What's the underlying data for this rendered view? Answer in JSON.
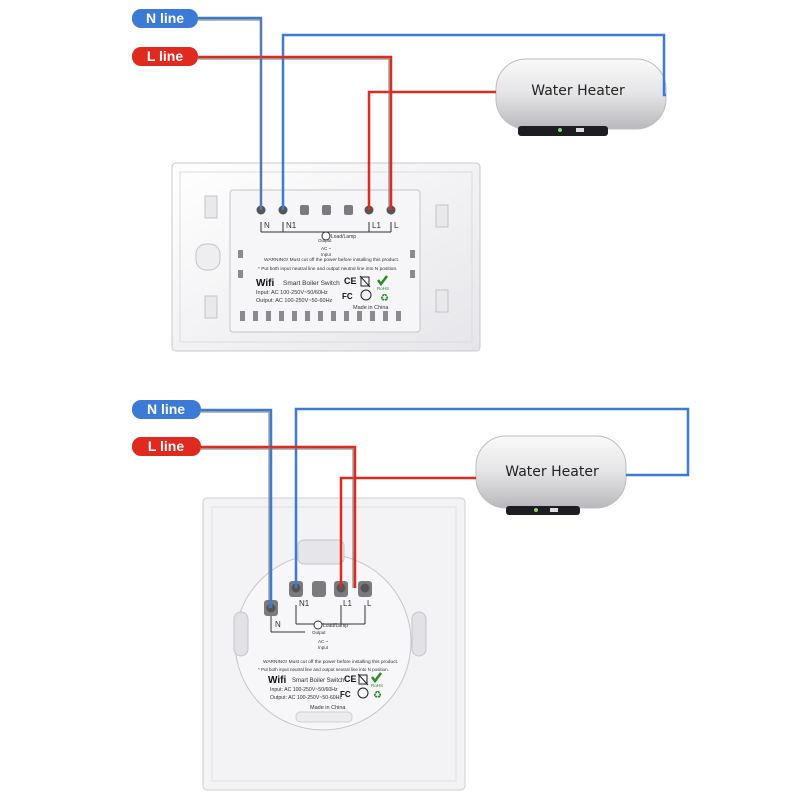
{
  "colors": {
    "n_wire": "#3b7bd6",
    "l_wire": "#e02a1f",
    "switch_body": "#f1f1f4"
  },
  "top_diagram": {
    "n_label": "N line",
    "l_label": "L line",
    "heater": "Water Heater",
    "terminals": {
      "n": "N",
      "n1": "N1",
      "l1": "L1",
      "l": "L"
    },
    "load": "Load/Lamp",
    "output": "Output",
    "ac_input": "AC ~",
    "input": "Input",
    "warning": "WARNING! Must cut off the power before installing this product.",
    "note": "* Put both input neutral line and output neutral line into N position.",
    "brand": "Wifi",
    "product": "Smart Boiler Switch",
    "input_spec": "Input: AC 100-250V~50/60Hz",
    "output_spec": "Output: AC 100-250V~50-60Hz",
    "ce": "CE",
    "fc": "FC",
    "rohs": "RoHS",
    "made_in": "Made in China"
  },
  "bottom_diagram": {
    "n_label": "N line",
    "l_label": "L line",
    "heater": "Water Heater",
    "terminals": {
      "n": "N",
      "n1": "N1",
      "l1": "L1",
      "l": "L"
    },
    "load": "Load/Lamp",
    "output": "Output",
    "ac_input": "AC ~",
    "input": "Input",
    "warning": "WARNING! Must cut off the power before installing this product.",
    "note": "* Put both input neutral line and output neutral line into N position.",
    "brand": "Wifi",
    "product": "Smart Boiler Switch",
    "input_spec": "Input: AC 100-250V~50/60Hz",
    "output_spec": "Output: AC 100-250V~50-60Hz",
    "ce": "CE",
    "fc": "FC",
    "rohs": "RoHS",
    "made_in": "Made in China"
  }
}
